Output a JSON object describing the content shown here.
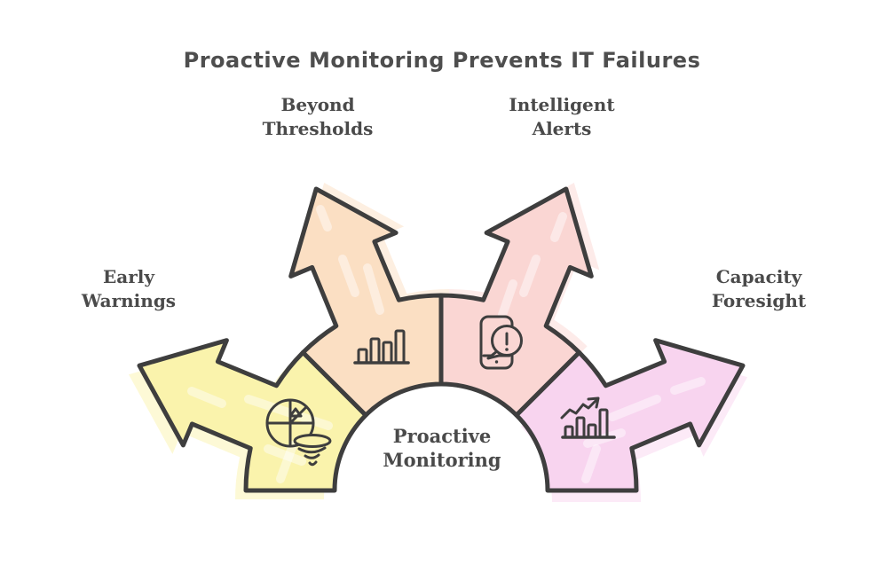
{
  "title": "Proactive Monitoring Prevents IT Failures",
  "center_label": {
    "line1": "Proactive",
    "line2": "Monitoring"
  },
  "segments": [
    {
      "name": "early-warnings",
      "label_line1": "Early",
      "label_line2": "Warnings",
      "color": "#FAF3AC",
      "icon": "radar-tornado-icon"
    },
    {
      "name": "beyond-thresholds",
      "label_line1": "Beyond",
      "label_line2": "Thresholds",
      "color": "#FBDFC3",
      "icon": "bar-chart-icon"
    },
    {
      "name": "intelligent-alerts",
      "label_line1": "Intelligent",
      "label_line2": "Alerts",
      "color": "#FAD6D3",
      "icon": "phone-alert-icon"
    },
    {
      "name": "capacity-foresight",
      "label_line1": "Capacity",
      "label_line2": "Foresight",
      "color": "#F8D4EF",
      "icon": "trend-chart-icon"
    }
  ],
  "colors": {
    "ink": "#3E3E3E",
    "text": "#4A4A4A",
    "title_text": "#4E4E4E",
    "background": "#FFFFFF"
  }
}
